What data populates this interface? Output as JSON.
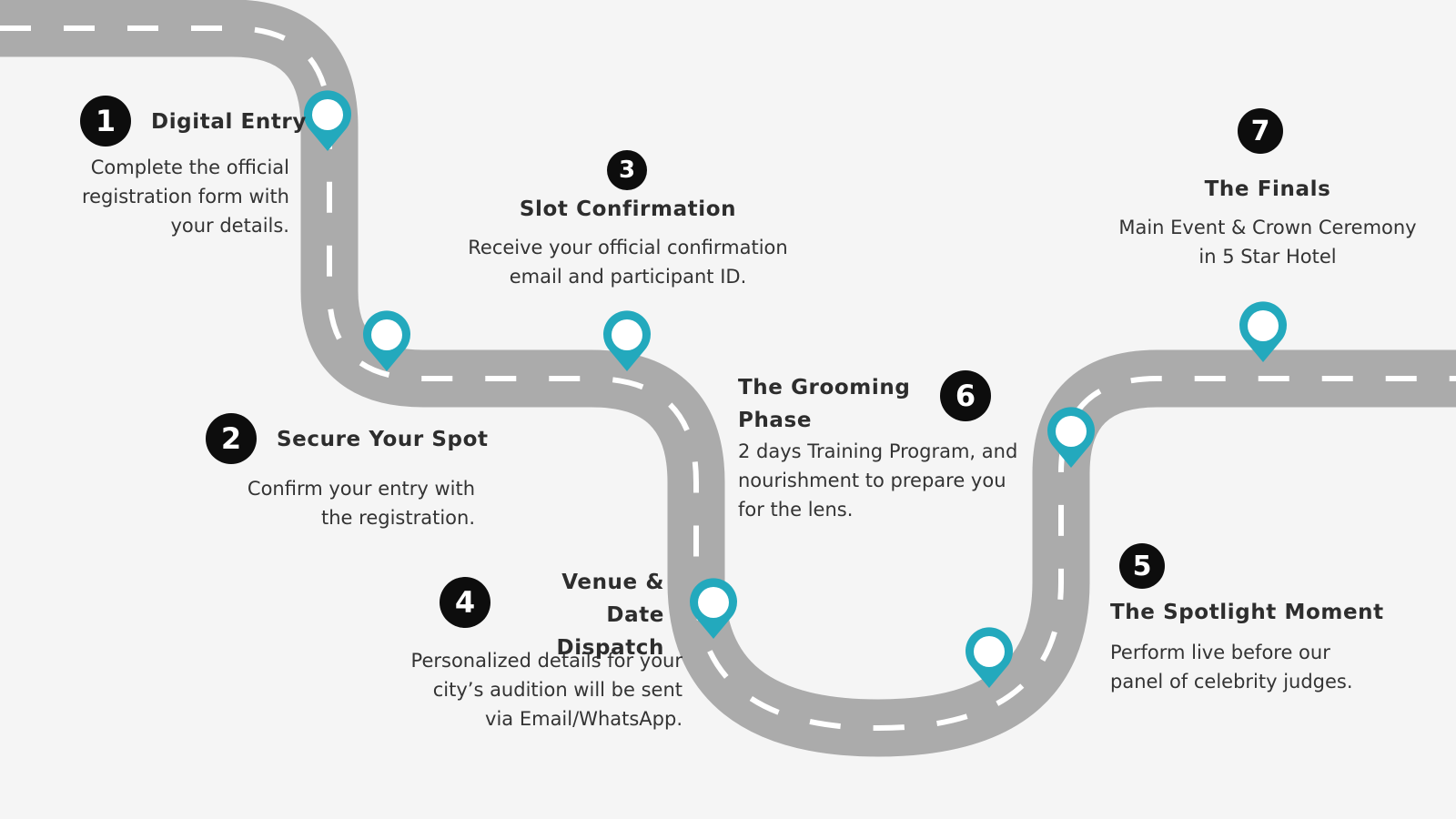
{
  "colors": {
    "background": "#f5f5f5",
    "road": "#ababab",
    "lane_dash": "#ffffff",
    "pin": "#23a9bd",
    "badge": "#0d0d0d"
  },
  "icons": {
    "pin": "location-pin-icon",
    "step": "numbered-circle"
  },
  "steps": [
    {
      "number": "1",
      "title": "Digital Entry",
      "description": "Complete the official registration form with your details."
    },
    {
      "number": "2",
      "title": "Secure Your Spot",
      "description": "Confirm your entry with the registration."
    },
    {
      "number": "3",
      "title": "Slot Confirmation",
      "description": "Receive your official confirmation email and participant ID."
    },
    {
      "number": "4",
      "title": "Venue & Date Dispatch",
      "description": "Personalized details for your city’s audition will be sent via Email/WhatsApp."
    },
    {
      "number": "5",
      "title": "The Spotlight Moment",
      "description": "Perform live before our panel of celebrity judges."
    },
    {
      "number": "6",
      "title": "The Grooming Phase",
      "description": "2 days Training Program, and nourishment to prepare you for the lens."
    },
    {
      "number": "7",
      "title": "The Finals",
      "description": "Main Event & Crown Ceremony in 5 Star Hotel"
    }
  ]
}
